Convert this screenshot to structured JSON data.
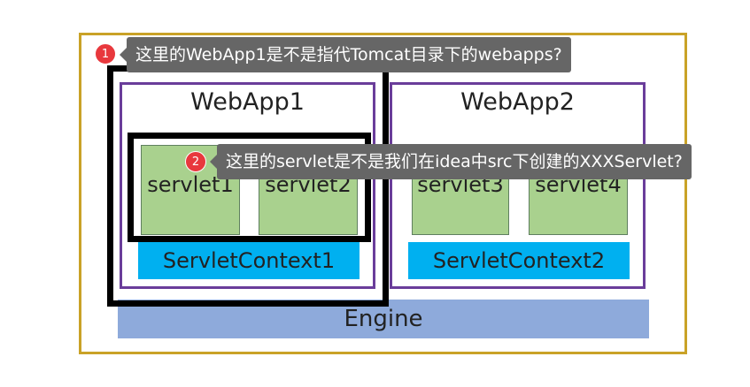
{
  "diagram": {
    "outer_title": "Service",
    "webapps": [
      {
        "title": "WebApp1",
        "servlets": [
          "servlet1",
          "servlet2"
        ],
        "context": "ServletContext1"
      },
      {
        "title": "WebApp2",
        "servlets": [
          "servlet3",
          "servlet4"
        ],
        "context": "ServletContext2"
      }
    ],
    "engine": "Engine",
    "colors": {
      "outer_border": "#c9a227",
      "webapp_border": "#6a3d9a",
      "servlet_fill": "#a9d18e",
      "context_fill": "#00b0f0",
      "engine_fill": "#8eaadb"
    }
  },
  "annotations": [
    {
      "number": "1",
      "text": "这里的WebApp1是不是指代Tomcat目录下的webapps?"
    },
    {
      "number": "2",
      "text": "这里的servlet是不是我们在idea中src下创建的XXXServlet?"
    }
  ]
}
